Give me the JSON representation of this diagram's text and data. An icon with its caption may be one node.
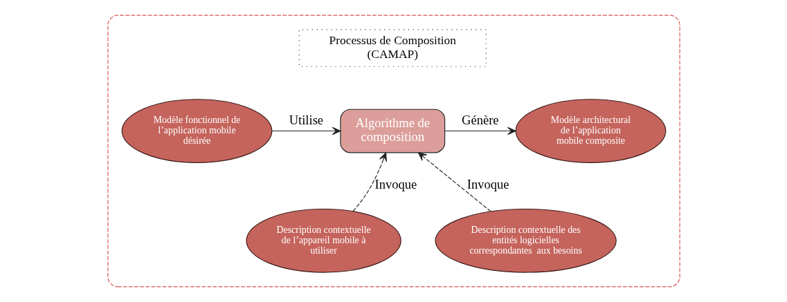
{
  "diagram": {
    "nodes": [
      {
        "text": [],
        "shape": "box"
      },
      {
        "text": [
          "Processus de Composition (CAMAP)"
        ],
        "in": 0
      },
      {
        "text": [
          "Modèle fonctionnel de l’application mobile désirée"
        ],
        "in": 0
      },
      {
        "text": [
          "Algorithme de composition"
        ],
        "in": 0
      },
      {
        "text": [
          "Modèle architectural  de l’application mobile composite"
        ],
        "in": 0
      },
      {
        "text": [
          "Description contextuelle de l’appareil mobile à utiliser"
        ],
        "in": 0
      },
      {
        "text": [
          "Description contextuelle des entités logicielles correspondantes  aux besoins"
        ],
        "in": 0
      }
    ],
    "edges": [
      {
        "from": 2,
        "to": 3,
        "arrow": "to",
        "label": "Utilise"
      },
      {
        "from": 3,
        "to": 4,
        "arrow": "to",
        "label": "Génère"
      },
      {
        "from": 5,
        "to": 3,
        "arrow": "to",
        "label": "Invoque",
        "style": "dashed"
      },
      {
        "from": 6,
        "to": 3,
        "arrow": "to",
        "label": "Invoque",
        "style": "dashed"
      }
    ]
  }
}
